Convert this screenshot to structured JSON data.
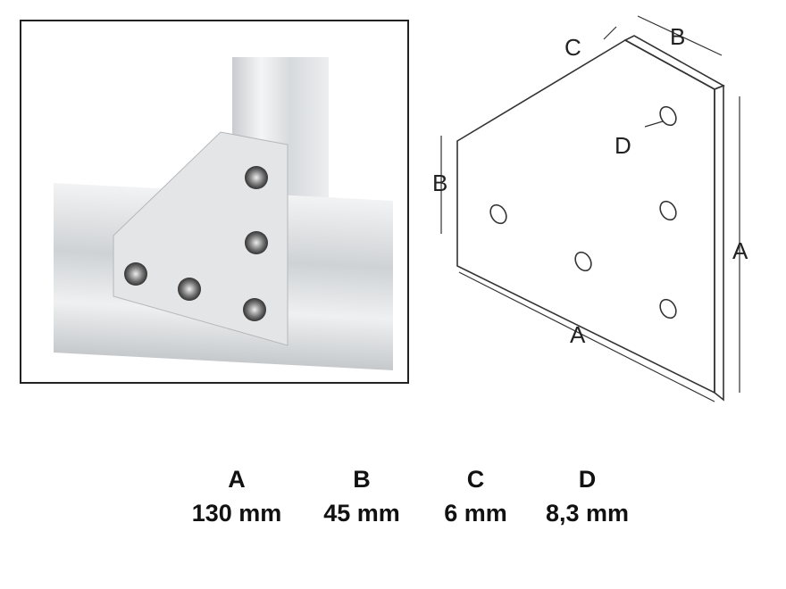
{
  "diagram": {
    "labels": {
      "a_bottom": "A",
      "a_right": "A",
      "b_top": "B",
      "b_left": "B",
      "c": "C",
      "d": "D"
    }
  },
  "specs": [
    {
      "label": "A",
      "value": "130 mm"
    },
    {
      "label": "B",
      "value": "45 mm"
    },
    {
      "label": "C",
      "value": "6 mm"
    },
    {
      "label": "D",
      "value": "8,3 mm"
    }
  ]
}
